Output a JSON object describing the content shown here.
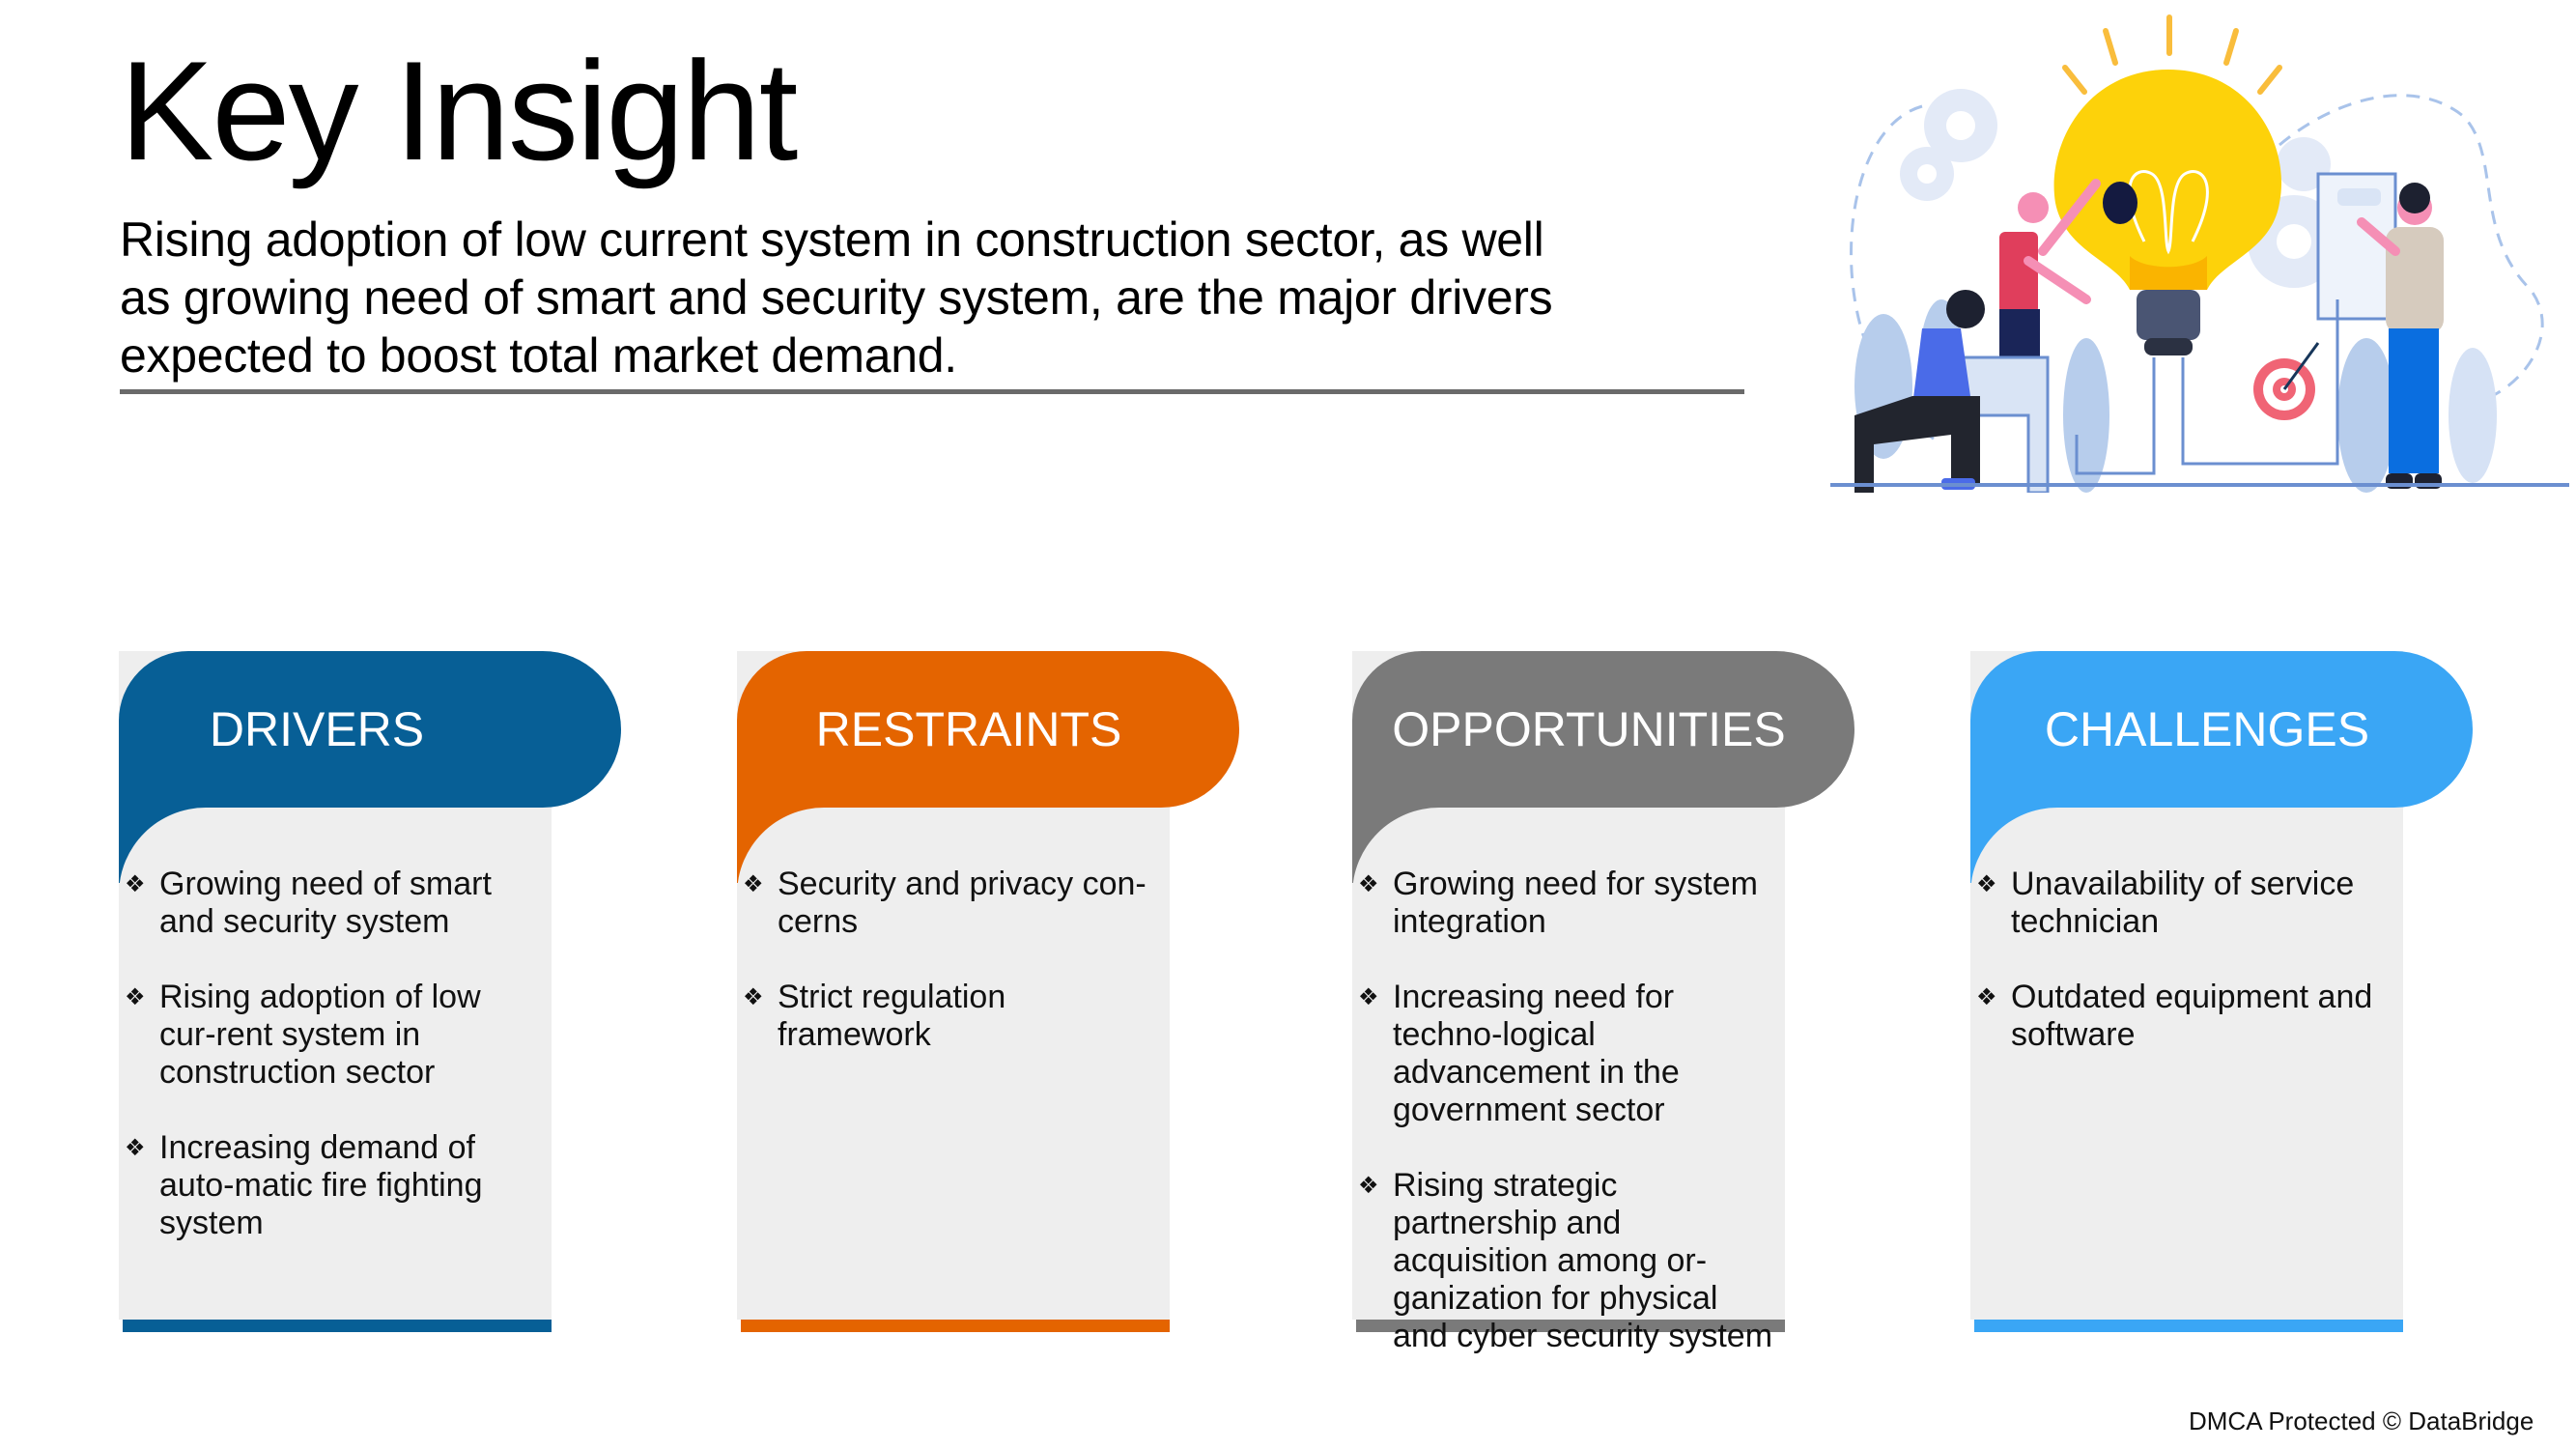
{
  "title": "Key Insight",
  "subtitle": {
    "lines": [
      "Rising adoption of low current system in construction sector, as well",
      "as growing need of smart and security system, are the major drivers",
      "expected to boost total market demand."
    ]
  },
  "illustration": {
    "icon": "lightbulb-teamwork-illustration"
  },
  "colors": {
    "drivers": "#075f96",
    "restraints": "#e46400",
    "opportunities": "#7a7a7a",
    "challenges": "#3aa6f5",
    "card_body": "#eeeeee",
    "rule": "#6a6a6a"
  },
  "cards": [
    {
      "label": "DRIVERS",
      "items": [
        "Growing need of smart and security system",
        "Rising adoption of low cur-rent system in construction sector",
        "Increasing demand of auto-matic fire fighting system"
      ]
    },
    {
      "label": "RESTRAINTS",
      "items": [
        "Security and privacy con-cerns",
        "Strict regulation framework"
      ]
    },
    {
      "label": "OPPORTUNITIES",
      "items": [
        "Growing need for system integration",
        "Increasing need for techno-logical advancement in the government sector",
        "Rising strategic partnership and acquisition among or-ganization for physical and cyber security system"
      ]
    },
    {
      "label": "CHALLENGES",
      "items": [
        "Unavailability of service technician",
        "Outdated equipment and software"
      ]
    }
  ],
  "bullet_glyph": "❖",
  "footer": "DMCA Protected © DataBridge"
}
